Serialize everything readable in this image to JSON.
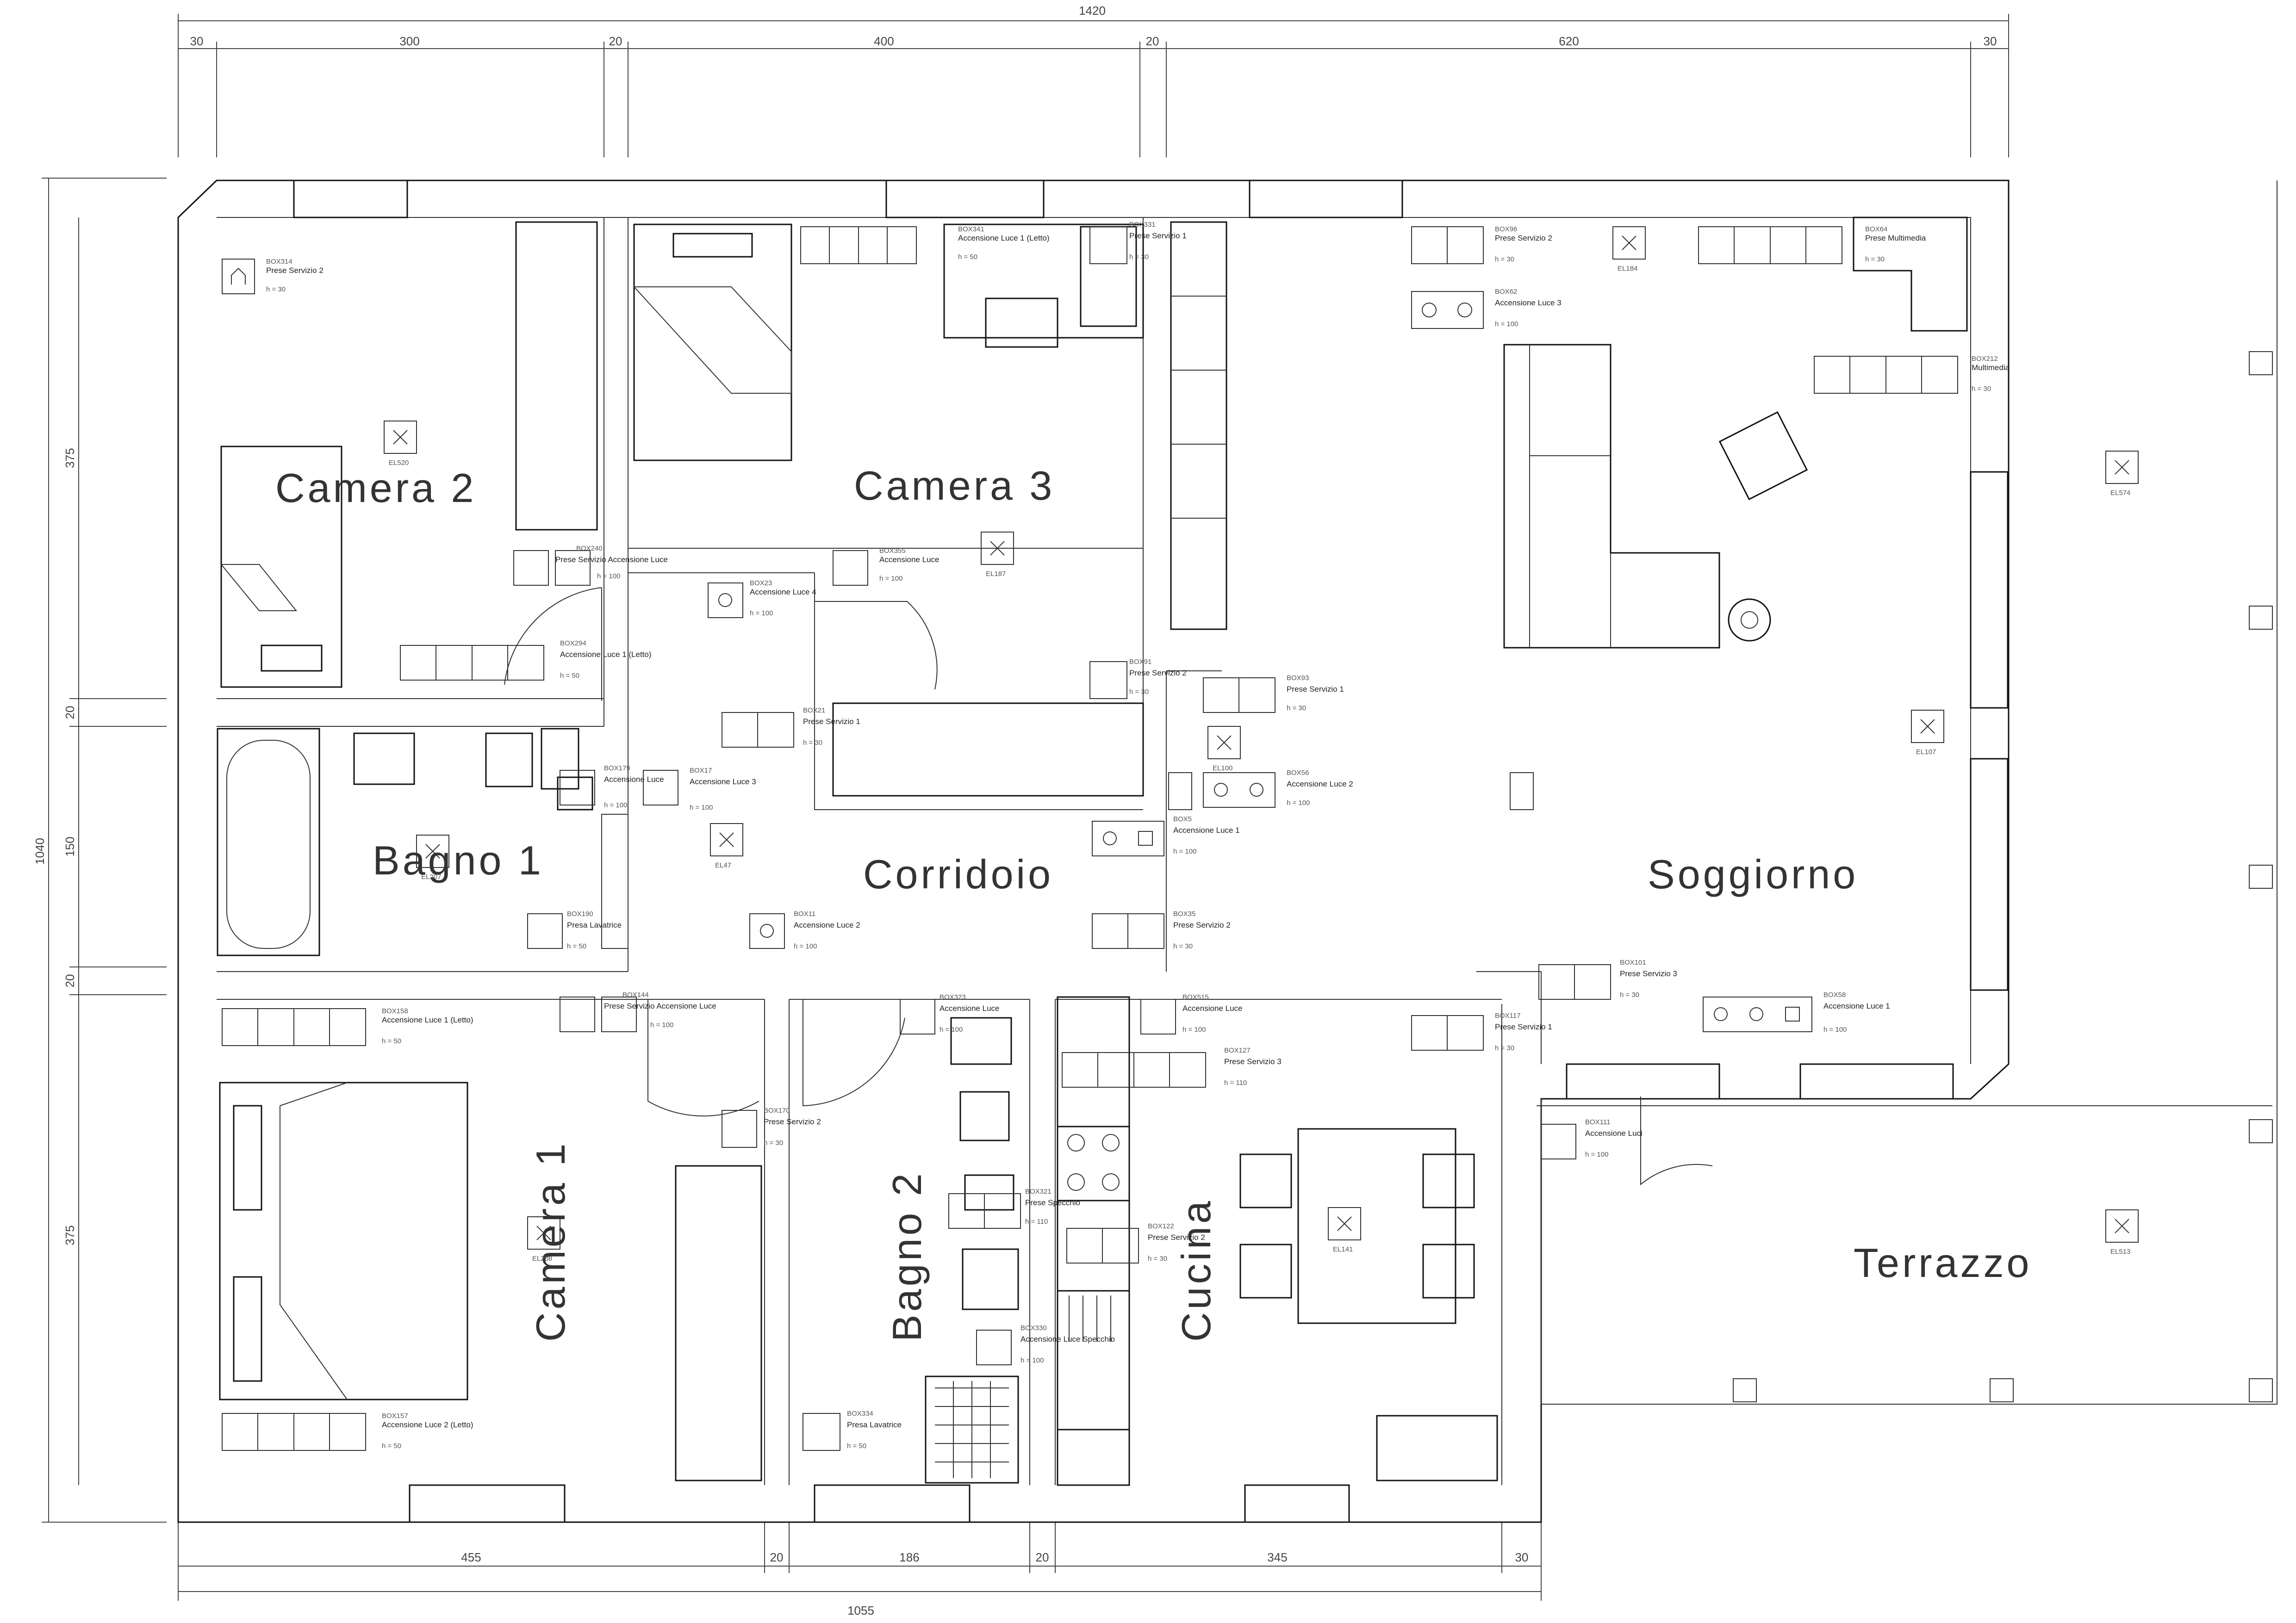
{
  "rooms": {
    "camera2": "Camera 2",
    "camera3": "Camera 3",
    "bagno1": "Bagno 1",
    "corridoio": "Corridoio",
    "soggiorno": "Soggiorno",
    "camera1": "Camera 1",
    "bagno2": "Bagno 2",
    "cucina": "Cucina",
    "terrazzo": "Terrazzo"
  },
  "dimensions": {
    "top_total": "1420",
    "top": [
      "30",
      "300",
      "20",
      "400",
      "20",
      "620",
      "30"
    ],
    "bottom_total": "1055",
    "bottom": [
      "455",
      "20",
      "186",
      "20",
      "345",
      "30"
    ],
    "left_total": "1040",
    "left": [
      "375",
      "20",
      "150",
      "20",
      "375"
    ]
  },
  "outlets": [
    {
      "box": "BOX314",
      "label": "Prese Servizio 2",
      "h": "h = 30"
    },
    {
      "box": "BOX341",
      "label": "Accensione Luce 1 (Letto)",
      "h": "h = 50"
    },
    {
      "box": "BOX331",
      "label": "Prese Servizio 1",
      "h": "h = 30"
    },
    {
      "box": "BOX96",
      "label": "Prese Servizio 2",
      "h": "h = 30"
    },
    {
      "box": "BOX64",
      "label": "Prese Multimedia",
      "h": "h = 30"
    },
    {
      "box": "BOX62",
      "label": "Accensione Luce 3",
      "h": "h = 100"
    },
    {
      "box": "BOX212",
      "label": "Multimedia",
      "h": "h = 30"
    },
    {
      "box": "BOX240",
      "label": "Prese Servizio Accensione Luce",
      "h": "h = 100"
    },
    {
      "box": "BOX355",
      "label": "Accensione Luce",
      "h": "h = 100"
    },
    {
      "box": "BOX23",
      "label": "Accensione Luce 4",
      "h": "h = 100"
    },
    {
      "box": "BOX294",
      "label": "Accensione Luce 1 (Letto)",
      "h": "h = 50"
    },
    {
      "box": "BOX91",
      "label": "Prese Servizio 2",
      "h": "h = 30"
    },
    {
      "box": "BOX93",
      "label": "Prese Servizio 1",
      "h": "h = 30"
    },
    {
      "box": "BOX21",
      "label": "Prese Servizio 1",
      "h": "h = 30"
    },
    {
      "box": "BOX179",
      "label": "Accensione Luce",
      "h": "h = 100"
    },
    {
      "box": "BOX17",
      "label": "Accensione Luce 3",
      "h": "h = 100"
    },
    {
      "box": "BOX56",
      "label": "Accensione Luce 2",
      "h": "h = 100"
    },
    {
      "box": "BOX5",
      "label": "Accensione Luce 1",
      "h": "h = 100"
    },
    {
      "box": "BOX190",
      "label": "Presa Lavatrice",
      "h": "h = 50"
    },
    {
      "box": "BOX11",
      "label": "Accensione Luce 2",
      "h": "h = 100"
    },
    {
      "box": "BOX35",
      "label": "Prese Servizio 2",
      "h": "h = 30"
    },
    {
      "box": "BOX101",
      "label": "Prese Servizio 3",
      "h": "h = 30"
    },
    {
      "box": "BOX158",
      "label": "Accensione Luce 1 (Letto)",
      "h": "h = 50"
    },
    {
      "box": "BOX144",
      "label": "Prese Servizio Accensione Luce",
      "h": "h = 100"
    },
    {
      "box": "BOX323",
      "label": "Accensione Luce",
      "h": "h = 100"
    },
    {
      "box": "BOX515",
      "label": "Accensione Luce",
      "h": "h = 100"
    },
    {
      "box": "BOX117",
      "label": "Prese Servizio 1",
      "h": "h = 30"
    },
    {
      "box": "BOX58",
      "label": "Accensione Luce 1",
      "h": "h = 100"
    },
    {
      "box": "BOX127",
      "label": "Prese Servizio 3",
      "h": "h = 110"
    },
    {
      "box": "BOX170",
      "label": "Prese Servizio 2",
      "h": "h = 30"
    },
    {
      "box": "BOX111",
      "label": "Accensione Luci",
      "h": "h = 100"
    },
    {
      "box": "BOX321",
      "label": "Prese Specchio",
      "h": "h = 110"
    },
    {
      "box": "BOX122",
      "label": "Prese Servizio 2",
      "h": "h = 30"
    },
    {
      "box": "BOX334",
      "label": "Presa Lavatrice",
      "h": "h = 50"
    },
    {
      "box": "BOX157",
      "label": "Accensione Luce 2 (Letto)",
      "h": "h = 50"
    },
    {
      "box": "BOX330",
      "label": "Accensione Luce Specchio",
      "h": "h = 100"
    }
  ],
  "lights": [
    "EL520",
    "EL187",
    "EL184",
    "EL574",
    "EL47",
    "EL100",
    "EL107",
    "EL207",
    "EL208",
    "EL141",
    "EL513"
  ]
}
